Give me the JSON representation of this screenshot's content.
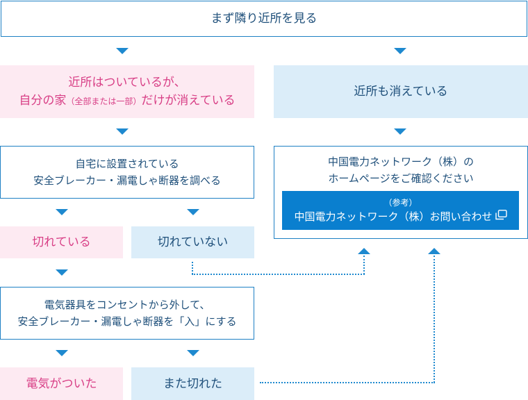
{
  "top": {
    "label": "まず隣り近所を見る"
  },
  "left_branch": {
    "line1": "近所はついているが、",
    "line2_a": "自分の家",
    "line2_small": "（全部または一部）",
    "line2_b": "だけが消えている"
  },
  "right_branch": {
    "label": "近所も消えている"
  },
  "check_breaker": {
    "line1": "自宅に設置されている",
    "line2": "安全ブレーカー・漏電しゃ断器を調べる"
  },
  "contact": {
    "line1": "中国電力ネットワーク（株）の",
    "line2": "ホームページをご確認ください",
    "button_line1": "（参考）",
    "button_line2": "中国電力ネットワーク（株）お問い合わせ"
  },
  "tripped": {
    "label": "切れている"
  },
  "not_tripped": {
    "label": "切れていない"
  },
  "reset": {
    "line1": "電気器具をコンセントから外して、",
    "line2": "安全ブレーカー・漏電しゃ断器を「入」にする"
  },
  "power_on": {
    "label": "電気がついた"
  },
  "tripped_again": {
    "label": "また切れた"
  },
  "colors": {
    "accent": "#1e89cf",
    "pink_text": "#d83f86",
    "navy_text": "#1e4f7a"
  },
  "icons": {
    "external": "external-link-icon"
  }
}
